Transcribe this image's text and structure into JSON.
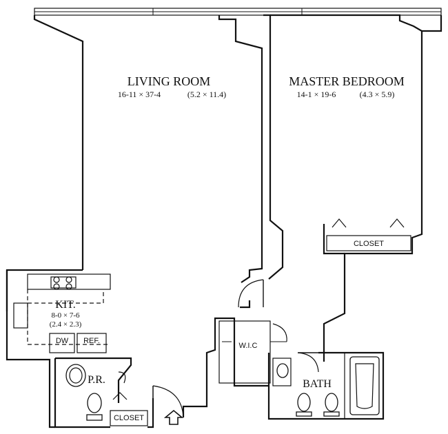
{
  "rooms": {
    "living": {
      "name": "LIVING ROOM",
      "dims_imperial": "16-11 × 37-4",
      "dims_metric": "(5.2 × 11.4)"
    },
    "master": {
      "name": "MASTER BEDROOM",
      "dims_imperial": "14-1 × 19-6",
      "dims_metric": "(4.3 × 5.9)"
    },
    "kitchen": {
      "name": "KIT.",
      "dims_imperial": "8-0 × 7-6",
      "dims_metric": "(2.4 × 2.3)"
    },
    "powder": {
      "name": "P.R."
    },
    "bath": {
      "name": "BATH"
    },
    "wic": {
      "name": "W.I.C"
    }
  },
  "labels": {
    "closet_bedroom": "CLOSET",
    "closet_entry": "CLOSET",
    "dishwasher": "DW",
    "refrigerator": "REF."
  }
}
